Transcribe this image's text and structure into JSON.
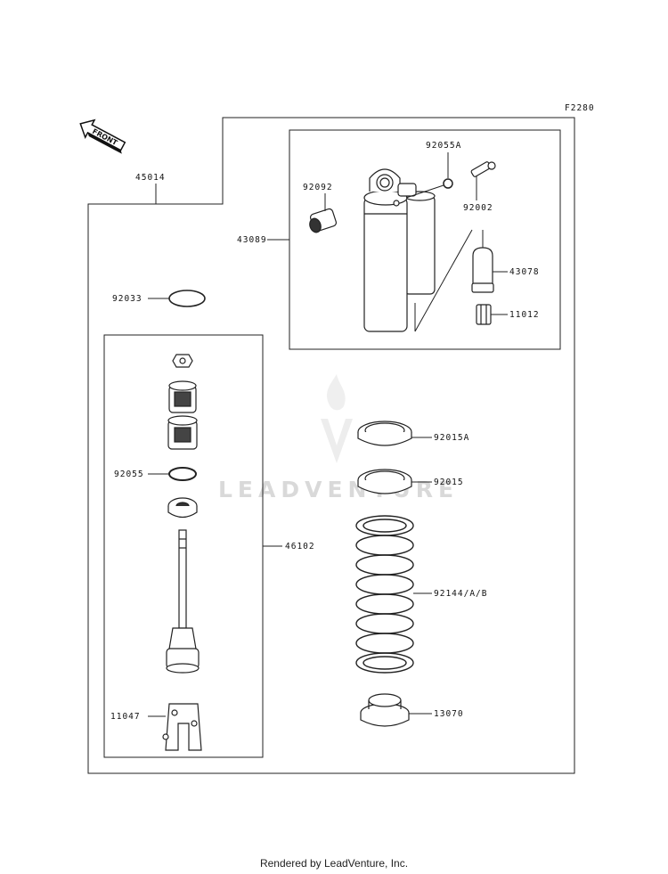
{
  "diagram": {
    "figure_code": "F2280",
    "front_arrow_text": "FRONT",
    "watermark_text": "LEADVENTURE",
    "callouts": {
      "assembly": "45014",
      "shock_body": "43089",
      "bushing": "92092",
      "oring_top": "92055A",
      "valve": "92002",
      "cap": "43078",
      "nut_valve": "11012",
      "circlip": "92033",
      "oring": "92055",
      "rod_assy": "46102",
      "clevis": "11047",
      "locknut_a": "92015A",
      "locknut": "92015",
      "spring": "92144/A/B",
      "seat": "13070"
    },
    "footer_text": "Rendered by LeadVenture, Inc."
  }
}
